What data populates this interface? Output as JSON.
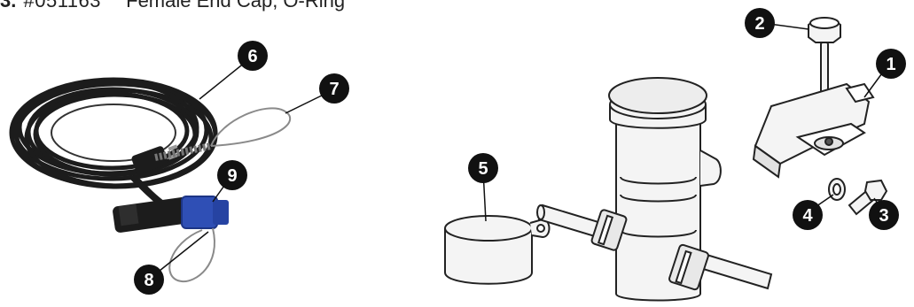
{
  "header": {
    "item_number": "3.",
    "part_number": "#051163",
    "description": "Female End Cap, O-Ring"
  },
  "callouts": [
    "1",
    "2",
    "3",
    "4",
    "5",
    "6",
    "7",
    "8",
    "9"
  ],
  "colors": {
    "callout_fill": "#111111",
    "cable": "#1c1c1c",
    "connector_cap": "#2f4fb5",
    "outline": "#222222",
    "part_fill": "#f4f4f4"
  }
}
